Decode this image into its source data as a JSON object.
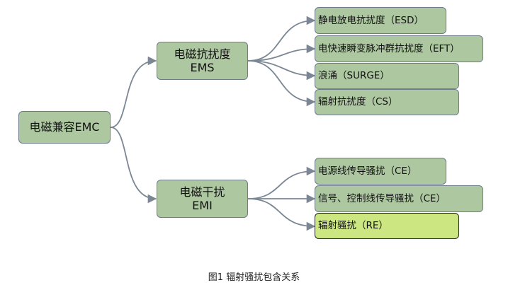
{
  "diagram": {
    "root": {
      "label": "电磁兼容EMC"
    },
    "ems": {
      "line1": "电磁抗扰度",
      "line2": "EMS",
      "children": [
        "静电放电抗扰度（ESD）",
        "电快速瞬变脉冲群抗扰度（EFT）",
        "浪涌（SURGE）",
        "辐射抗扰度（CS）"
      ]
    },
    "emi": {
      "line1": "电磁干扰",
      "line2": "EMI",
      "children": [
        "电源线传导骚扰（CE）",
        "信号、控制线传导骚扰（CE）",
        "辐射骚扰（RE）"
      ]
    },
    "colors": {
      "node_fill": "#adc7a1",
      "node_border": "#6d7b8a",
      "highlight_fill": "#cce782",
      "connector": "#7b8794"
    }
  },
  "caption": "图1 辐射骚扰包含关系"
}
